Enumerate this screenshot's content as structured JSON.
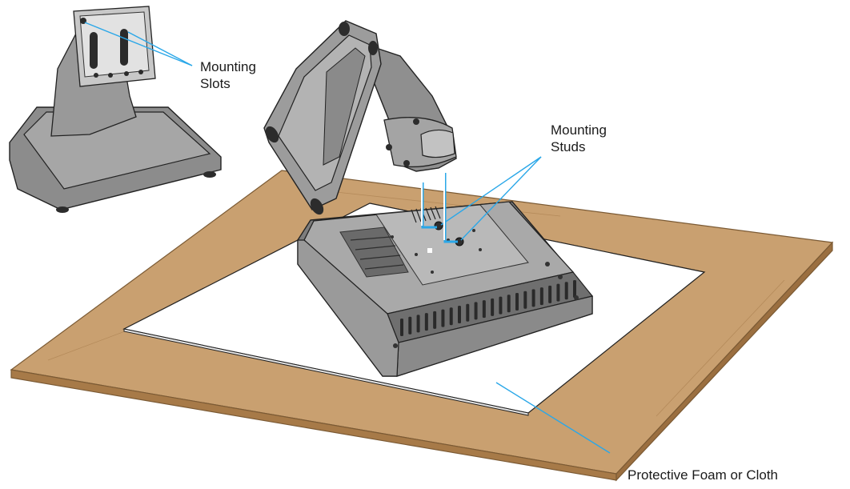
{
  "callouts": {
    "mounting_slots": [
      "Mounting",
      "Slots"
    ],
    "mounting_studs": [
      "Mounting",
      "Studs"
    ],
    "protective_foam": "Protective Foam or Cloth"
  },
  "colors": {
    "table_wood": "#c9a070",
    "wood_edge": "#a77a48",
    "foam": "#ffffff",
    "device_gray": "#8a8a8a",
    "device_light": "#b5b5b5",
    "device_dark": "#4a4a4a",
    "callout_line": "#2aa7e8",
    "outline": "#222222"
  },
  "icons": [
    "small-stand-with-bracket",
    "stand-arm-assembly",
    "display-panel-back"
  ]
}
